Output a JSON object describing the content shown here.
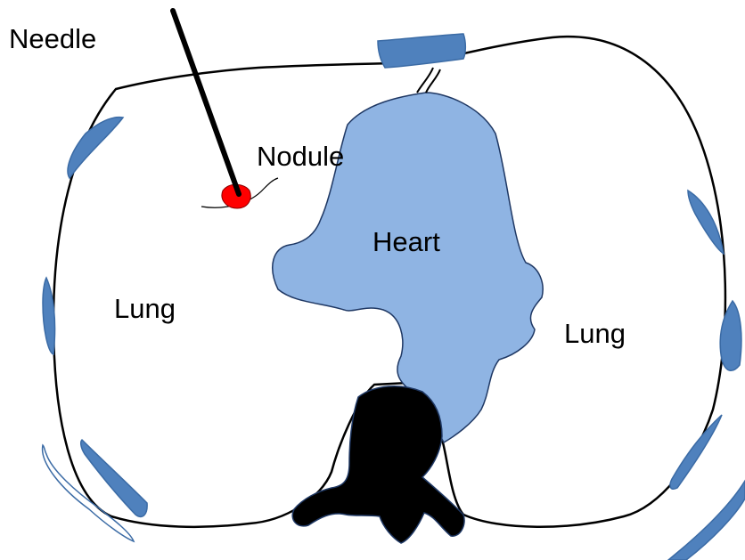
{
  "labels": {
    "needle": "Needle",
    "nodule": "Nodule",
    "heart": "Heart",
    "lung_left": "Lung",
    "lung_right": "Lung"
  },
  "colors": {
    "outline": "#000000",
    "heart_fill": "#8fb4e3",
    "rib_fill": "#4f81bd",
    "rib_stroke": "#3b6ba5",
    "nodule_fill": "#ff0000",
    "spine_fill": "#000000",
    "background": "#ffffff"
  }
}
